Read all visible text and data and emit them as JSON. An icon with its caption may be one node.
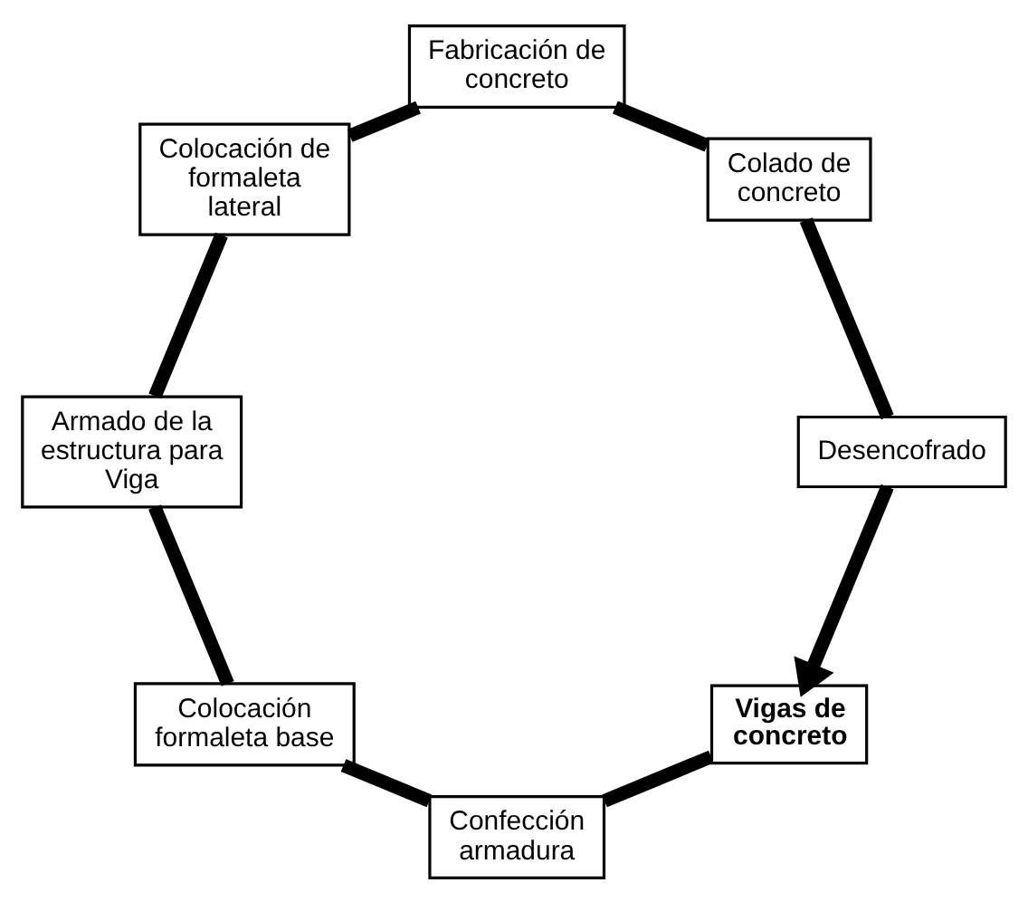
{
  "diagram": {
    "nodes": [
      {
        "text": [
          "Vigas de concreto"
        ]
      },
      {
        "text": [
          "Confección armadura"
        ]
      },
      {
        "text": [
          "Colocación formaleta base"
        ]
      },
      {
        "text": [
          "Armado de la estructura para Viga"
        ]
      },
      {
        "text": [
          "Colocación de formaleta lateral"
        ]
      },
      {
        "text": [
          "Fabricación de concreto"
        ]
      },
      {
        "text": [
          "Colado de concreto"
        ]
      },
      {
        "text": [
          "Desencofrado"
        ]
      }
    ],
    "edges": [
      {
        "from": 0,
        "to": 1,
        "arrow": "none"
      },
      {
        "from": 1,
        "to": 2,
        "arrow": "none"
      },
      {
        "from": 2,
        "to": 3,
        "arrow": "none"
      },
      {
        "from": 3,
        "to": 4,
        "arrow": "none"
      },
      {
        "from": 4,
        "to": 5,
        "arrow": "none"
      },
      {
        "from": 5,
        "to": 6,
        "arrow": "none"
      },
      {
        "from": 6,
        "to": 7,
        "arrow": "none"
      },
      {
        "from": 7,
        "to": 0,
        "arrow": "to"
      }
    ]
  }
}
